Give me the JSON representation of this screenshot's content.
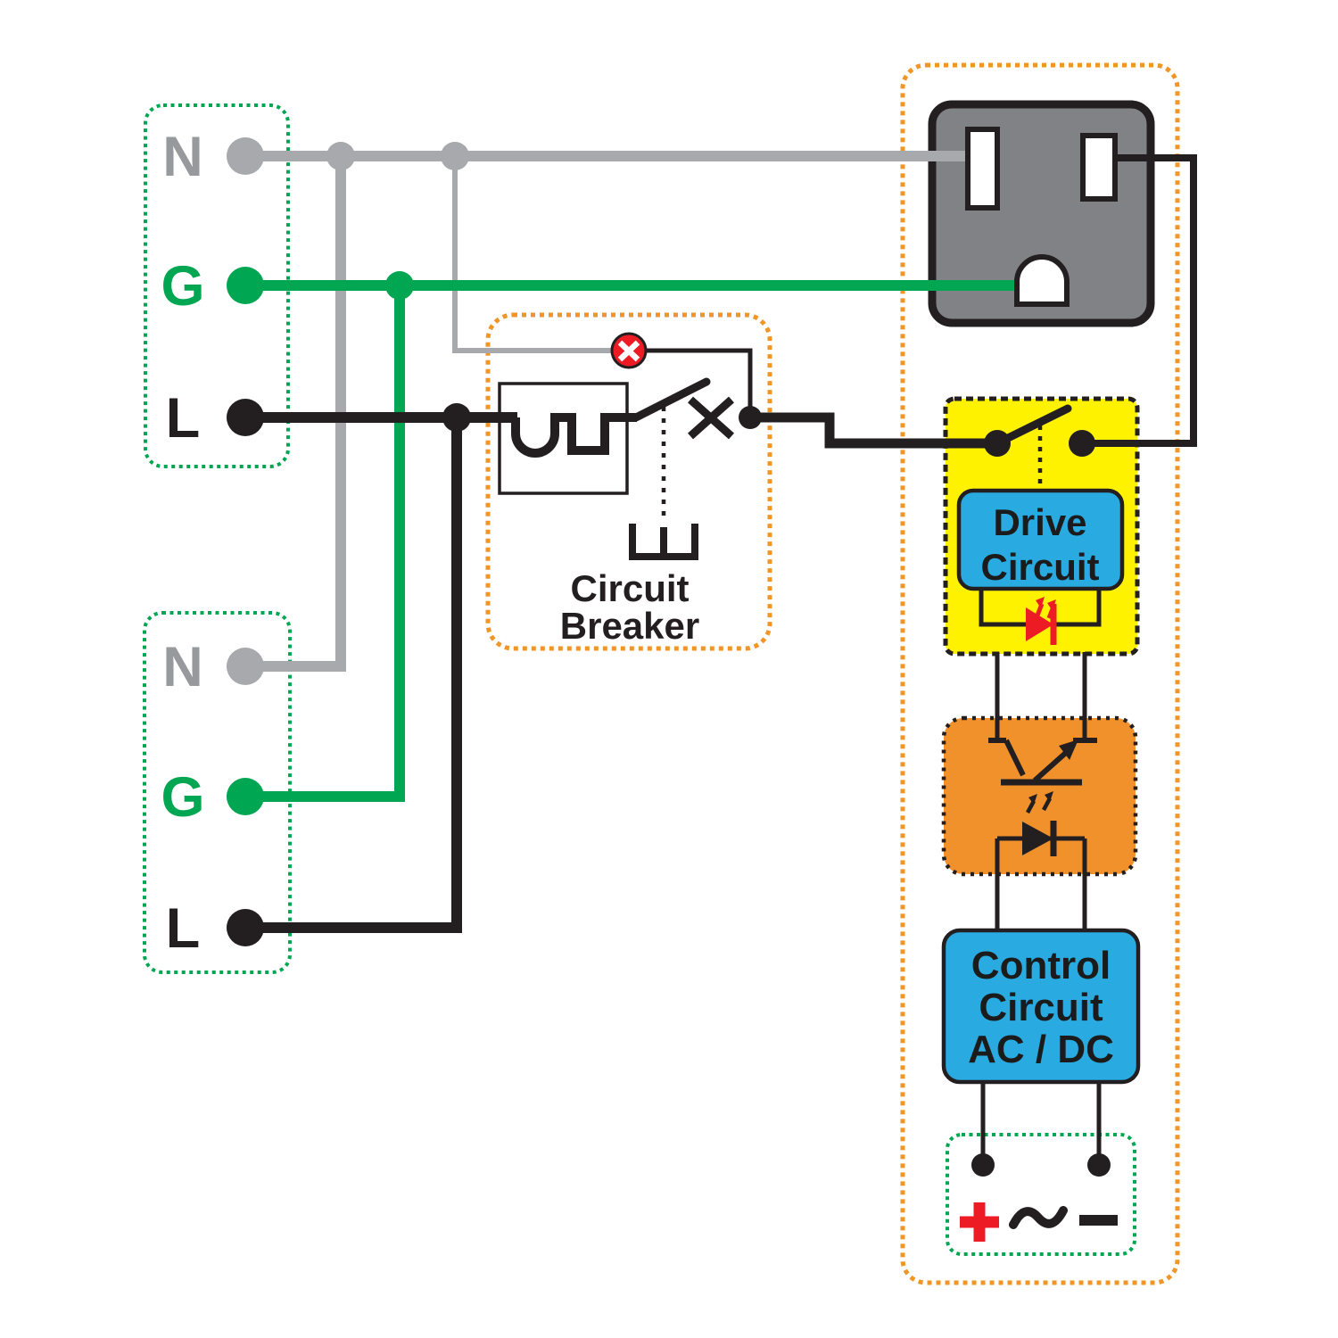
{
  "colors": {
    "wire_neutral_gray": "#A7A9AC",
    "wire_ground_green": "#00A651",
    "wire_live_black": "#231F20",
    "dashed_box_orange": "#EF9626",
    "dashed_box_green": "#00A651",
    "relay_block_yellow": "#FFF200",
    "optocoupler_orange": "#F0912C",
    "logic_block_blue": "#29ABE2",
    "alert_red": "#ED1C24",
    "outlet_body_gray": "#808285"
  },
  "top_power_input": {
    "neutral_label": "N",
    "ground_label": "G",
    "live_label": "L"
  },
  "bottom_power_input": {
    "neutral_label": "N",
    "ground_label": "G",
    "live_label": "L"
  },
  "circuit_breaker": {
    "label_line1": "Circuit",
    "label_line2": "Breaker"
  },
  "drive_circuit": {
    "label_line1": "Drive",
    "label_line2": "Circuit"
  },
  "control_circuit": {
    "label_line1": "Control",
    "label_line2": "Circuit",
    "label_line3": "AC / DC"
  },
  "dc_output": {
    "plus_symbol": "+",
    "ac_symbol": "~",
    "minus_symbol": "−"
  }
}
